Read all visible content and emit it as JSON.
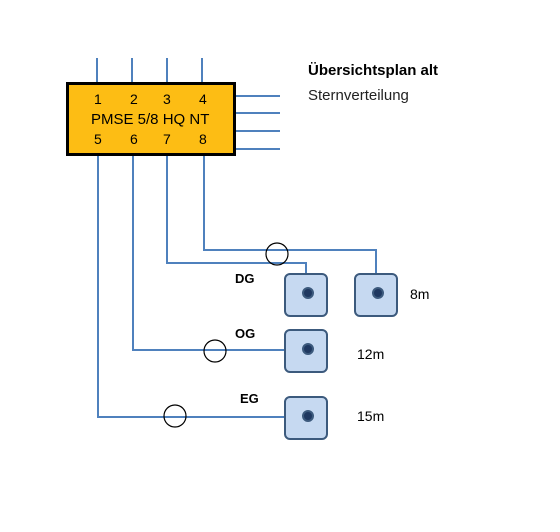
{
  "header": {
    "title": "Übersichtsplan alt",
    "subtitle": "Sternverteilung"
  },
  "multiswitch": {
    "ports_top": [
      "1",
      "2",
      "3",
      "4"
    ],
    "label": "PMSE 5/8 HQ NT",
    "ports_bottom": [
      "5",
      "6",
      "7",
      "8"
    ]
  },
  "floors": {
    "dg": "DG",
    "og": "OG",
    "eg": "EG"
  },
  "distances": {
    "dg_right": "8m",
    "og": "12m",
    "eg": "15m"
  },
  "colors": {
    "box": "#fdbd14",
    "cable": "#4f81bd",
    "socket_fill": "#c6d9f1",
    "socket_border": "#3c5a7d"
  }
}
